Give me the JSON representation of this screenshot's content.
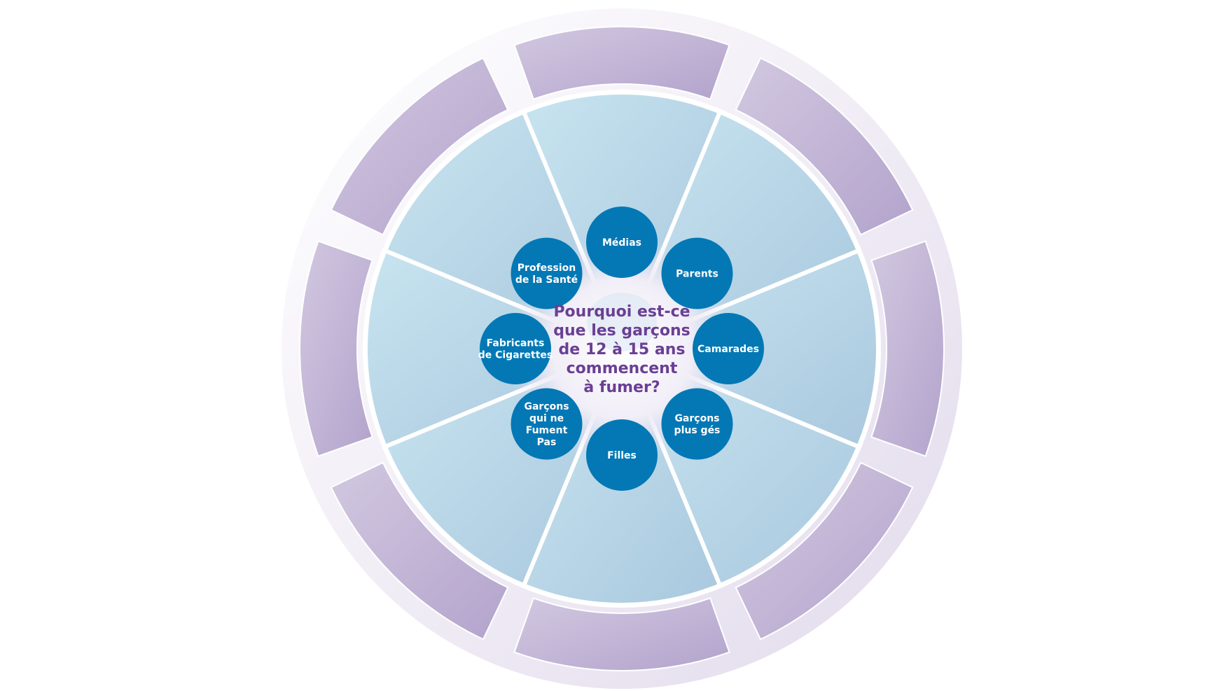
{
  "diagram": {
    "question": {
      "lines": [
        "Pourquoi est-ce",
        "que les garçons",
        "de 12 à 15 ans",
        "commencent",
        "à fumer?"
      ]
    },
    "nodes": [
      {
        "id": "medias",
        "lines": [
          "Médias"
        ]
      },
      {
        "id": "parents",
        "lines": [
          "Parents"
        ]
      },
      {
        "id": "camarades",
        "lines": [
          "Camarades"
        ]
      },
      {
        "id": "garcons-plus-ages",
        "lines": [
          "Garçons",
          "plus  gés"
        ]
      },
      {
        "id": "filles",
        "lines": [
          "Filles"
        ]
      },
      {
        "id": "garcons-non-fumeurs",
        "lines": [
          "Garçons",
          "qui ne",
          "Fument",
          "Pas"
        ]
      },
      {
        "id": "fabricants",
        "lines": [
          "Fabricants",
          "de Cigarettes"
        ]
      },
      {
        "id": "profession-sante",
        "lines": [
          "Profession",
          "de la Santé"
        ]
      }
    ],
    "colors": {
      "outer_ring": "#c3b6d7",
      "outer_ring_dark": "#b3a3cc",
      "halo": "#ece8f3",
      "inner_wedge": "#bfdceb",
      "inner_wedge_dark": "#acc9df",
      "node_fill": "#0378b5",
      "node_text": "#ffffff",
      "question_text": "#6a3f94",
      "separator": "#ffffff"
    }
  }
}
